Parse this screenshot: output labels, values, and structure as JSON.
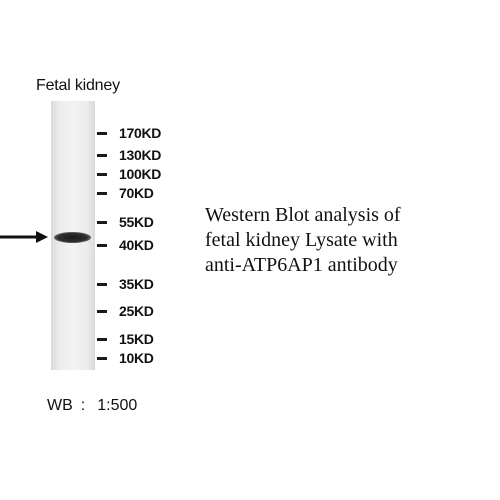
{
  "lane_title": "Fetal kidney",
  "markers": [
    {
      "label": "170KD"
    },
    {
      "label": "130KD"
    },
    {
      "label": "100KD"
    },
    {
      "label": "70KD"
    },
    {
      "label": "55KD"
    },
    {
      "label": "40KD"
    },
    {
      "label": "35KD"
    },
    {
      "label": "25KD"
    },
    {
      "label": "15KD"
    },
    {
      "label": "10KD"
    }
  ],
  "caption": {
    "line1": "Western Blot analysis of",
    "line2": "fetal kidney Lysate with",
    "line3": "anti-ATP6AP1 antibody"
  },
  "dilution": {
    "label": "WB",
    "separator": ":",
    "value": "1:500"
  }
}
